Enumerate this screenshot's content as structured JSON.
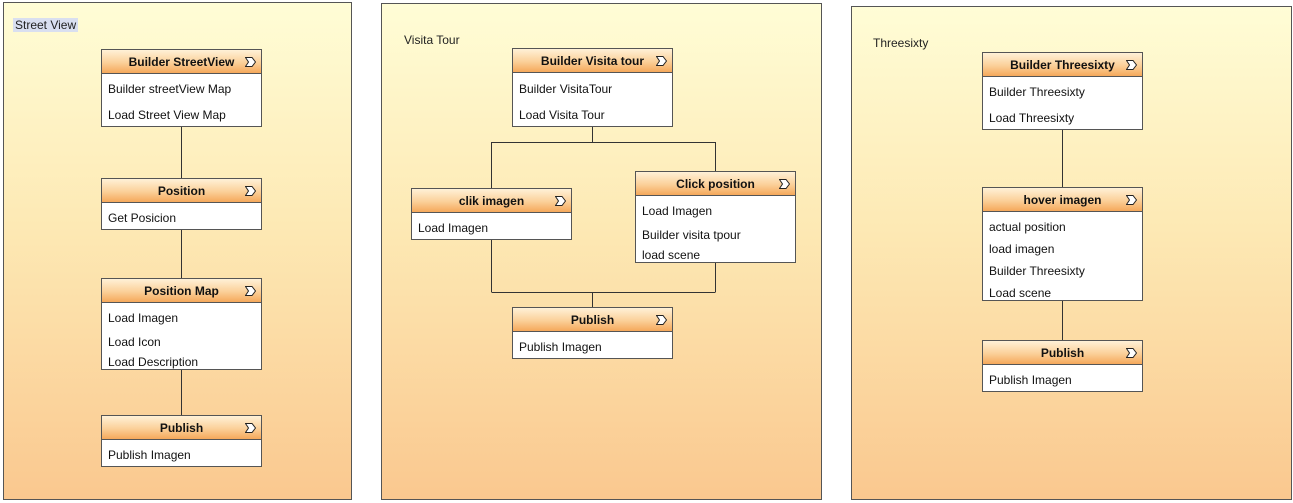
{
  "panels": [
    {
      "title": "Street View"
    },
    {
      "title": "Visita Tour"
    },
    {
      "title": "Threesixty"
    }
  ],
  "nodes": {
    "sv_builder": {
      "title": "Builder StreetView",
      "rows": [
        "Builder streetView  Map",
        "Load Street View Map"
      ]
    },
    "sv_position": {
      "title": "Position",
      "rows": [
        "Get Posicion"
      ]
    },
    "sv_posmap": {
      "title": "Position Map",
      "rows": [
        "Load Imagen",
        "Load Icon",
        "Load Description"
      ]
    },
    "sv_publish": {
      "title": "Publish",
      "rows": [
        "Publish Imagen"
      ]
    },
    "vt_builder": {
      "title": "Builder Visita tour",
      "rows": [
        "Builder VisitaTour",
        "Load Visita Tour"
      ]
    },
    "vt_clik": {
      "title": "clik imagen",
      "rows": [
        "Load Imagen"
      ]
    },
    "vt_click": {
      "title": "Click position",
      "rows": [
        "Load Imagen",
        "Builder visita tpour",
        "load scene"
      ]
    },
    "vt_publish": {
      "title": "Publish",
      "rows": [
        "Publish Imagen"
      ]
    },
    "ts_builder": {
      "title": "Builder Threesixty",
      "rows": [
        "Builder Threesixty",
        "Load Threesixty"
      ]
    },
    "ts_hover": {
      "title": "hover imagen",
      "rows": [
        "actual position",
        "load imagen",
        "Builder Threesixty",
        "Load scene"
      ]
    },
    "ts_publish": {
      "title": "Publish",
      "rows": [
        "Publish Imagen"
      ]
    }
  },
  "icon": "action-chevron-icon"
}
